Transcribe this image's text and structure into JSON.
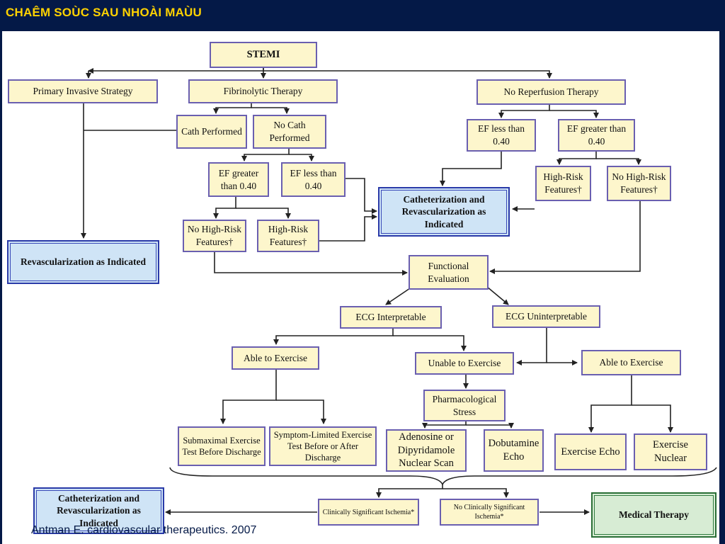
{
  "title": "CHAÊM SOÙC SAU NHOÀI MAÙU",
  "citation": "Antman E. cardiovascular therapeutics. 2007",
  "nodes": {
    "stemi": "STEMI",
    "primary_invasive": "Primary Invasive Strategy",
    "fibrinolytic": "Fibrinolytic Therapy",
    "no_reperfusion": "No Reperfusion Therapy",
    "cath_performed": "Cath Performed",
    "no_cath_performed": "No Cath Performed",
    "ef_greater_left": "EF greater than 0.40",
    "ef_less_left": "EF less than 0.40",
    "ef_less_right": "EF less than 0.40",
    "ef_greater_right": "EF greater than 0.40",
    "no_high_risk_left": "No High-Risk Features†",
    "high_risk_left": "High-Risk Features†",
    "high_risk_right": "High-Risk Features†",
    "no_high_risk_right": "No High-Risk Features†",
    "revasc_left": "Revascularization as Indicated",
    "cath_revasc_center": "Catheterization and Revascularization as Indicated",
    "functional_eval": "Functional Evaluation",
    "ecg_interpretable": "ECG Interpretable",
    "ecg_uninterpretable": "ECG Uninterpretable",
    "able_exercise_left": "Able to Exercise",
    "unable_exercise": "Unable to Exercise",
    "able_exercise_right": "Able to Exercise",
    "pharm_stress": "Pharmacological Stress",
    "submaximal": "Submaximal Exercise Test Before Discharge",
    "symptom_limited": "Symptom-Limited Exercise Test Before or After Discharge",
    "adenosine": "Adenosine or Dipyridamole Nuclear Scan",
    "dobutamine": "Dobutamine Echo",
    "exercise_echo": "Exercise Echo",
    "exercise_nuclear": "Exercise Nuclear",
    "cath_revasc_bottom": "Catheterization and Revascularization as Indicated",
    "clin_sig": "Clinically Significant Ischemia*",
    "no_clin_sig": "No Clinically Significant Ischemia*",
    "medical_therapy": "Medical Therapy"
  },
  "colors": {
    "title_bar": "#041947",
    "title_text": "#ffd200",
    "box_fill": "#fdf6cc",
    "box_border": "#6a5fb0",
    "highlight_blue": "#cfe4f6",
    "highlight_green": "#d7ecd4",
    "connector": "#222222"
  }
}
